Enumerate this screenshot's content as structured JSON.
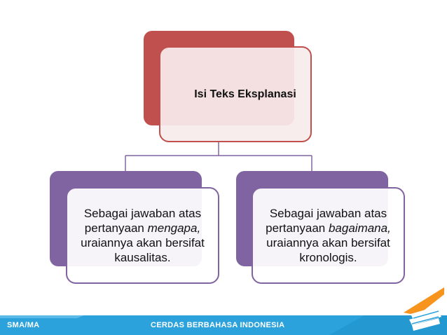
{
  "diagram": {
    "top_node": {
      "label": "Isi Teks Eksplanasi"
    },
    "left_node": {
      "text_before": "Sebagai jawaban atas pertanyaan ",
      "keyword": "mengapa,",
      "text_after": " uraiannya akan bersifat kausalitas."
    },
    "right_node": {
      "text_before": "Sebagai jawaban atas pertanyaan ",
      "keyword": "bagaimana,",
      "text_after": " uraiannya akan bersifat kronologis."
    }
  },
  "footer": {
    "level": "SMA/MA",
    "series": "CERDAS BERBAHASA INDONESIA"
  },
  "colors": {
    "top_node": "#c0504d",
    "child_nodes": "#8064a2",
    "footer": "#2ba2dc",
    "footer_accent": "#f7941d"
  },
  "icons": {
    "logo": "book-stack-icon"
  }
}
